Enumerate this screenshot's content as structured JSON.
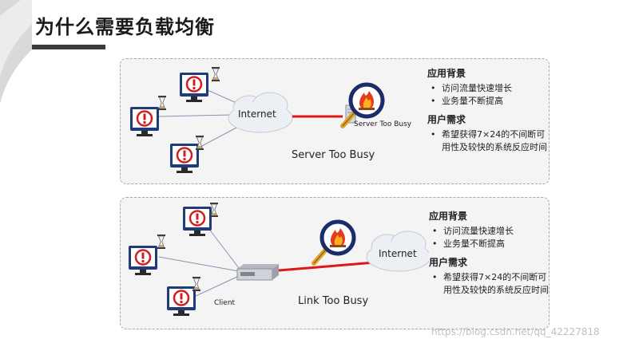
{
  "header": {
    "title": "为什么需要负载均衡"
  },
  "panel1": {
    "internet_label": "Internet",
    "server_label": "Server Too Busy",
    "caption": "Server Too Busy",
    "section1_title": "应用背景",
    "section1_items": [
      "访问流量快速增长",
      "业务量不断提高"
    ],
    "section2_title": "用户需求",
    "section2_items": [
      "希望获得7×24的不间断可用性及较快的系统反应时间"
    ]
  },
  "panel2": {
    "internet_label": "Internet",
    "client_label": "Client",
    "caption": "Link Too Busy",
    "section1_title": "应用背景",
    "section1_items": [
      "访问流量快速增长",
      "业务量不断提高"
    ],
    "section2_title": "用户需求",
    "section2_items": [
      "希望获得7×24的不间断可用性及较快的系统反应时间"
    ]
  },
  "watermark": "https://blog.csdn.net/qq_42227818",
  "colors": {
    "link_red": "#e0161b",
    "warning_red": "#d11f1f",
    "monitor_blue": "#1f3c7a",
    "lens_blue": "#1c2c6a"
  },
  "icons": [
    "monitor-warning-icon",
    "hourglass-icon",
    "cloud-icon",
    "magnifier-fire-icon",
    "server-icon",
    "switch-icon"
  ]
}
